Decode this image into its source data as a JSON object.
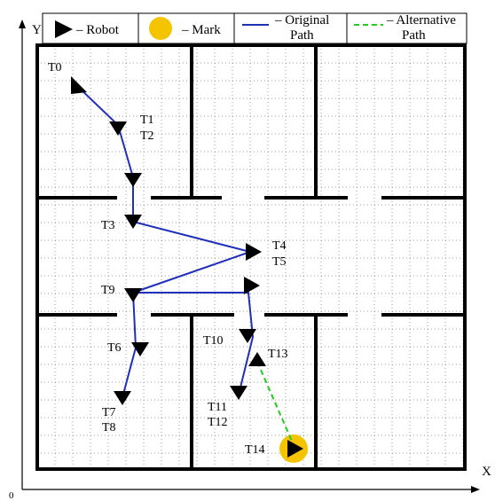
{
  "axes": {
    "y_label": "Y",
    "x_label": "X",
    "origin_label": "0"
  },
  "legend": {
    "robot": "– Robot",
    "mark": "– Mark",
    "original_line1": "– Original",
    "original_line2": "Path",
    "alternative_line1": "– Alternative",
    "alternative_line2": "Path"
  },
  "colors": {
    "original_path": "#1f2fb8",
    "alternative_path": "#22cc22",
    "mark": "#f5c400",
    "wall": "#000000",
    "robot": "#000000"
  },
  "waypoints": {
    "t0": "T0",
    "t1": "T1",
    "t2": "T2",
    "t3": "T3",
    "t4": "T4",
    "t5": "T5",
    "t6": "T6",
    "t7": "T7",
    "t8": "T8",
    "t9": "T9",
    "t10": "T10",
    "t11": "T11",
    "t12": "T12",
    "t13": "T13",
    "t14": "T14"
  },
  "robot_poses": [
    {
      "name": "T0",
      "heading": "south-east"
    },
    {
      "name": "T1/T2",
      "heading": "south"
    },
    {
      "name": "T2",
      "heading": "south"
    },
    {
      "name": "T3",
      "heading": "south"
    },
    {
      "name": "T4/T5",
      "heading": "east"
    },
    {
      "name": "T9",
      "heading": "south"
    },
    {
      "name": "T9-east",
      "heading": "east"
    },
    {
      "name": "T6",
      "heading": "south"
    },
    {
      "name": "T7/T8",
      "heading": "south"
    },
    {
      "name": "T10",
      "heading": "south"
    },
    {
      "name": "T13",
      "heading": "north"
    },
    {
      "name": "T11/T12",
      "heading": "south"
    },
    {
      "name": "T14",
      "heading": "east"
    }
  ]
}
